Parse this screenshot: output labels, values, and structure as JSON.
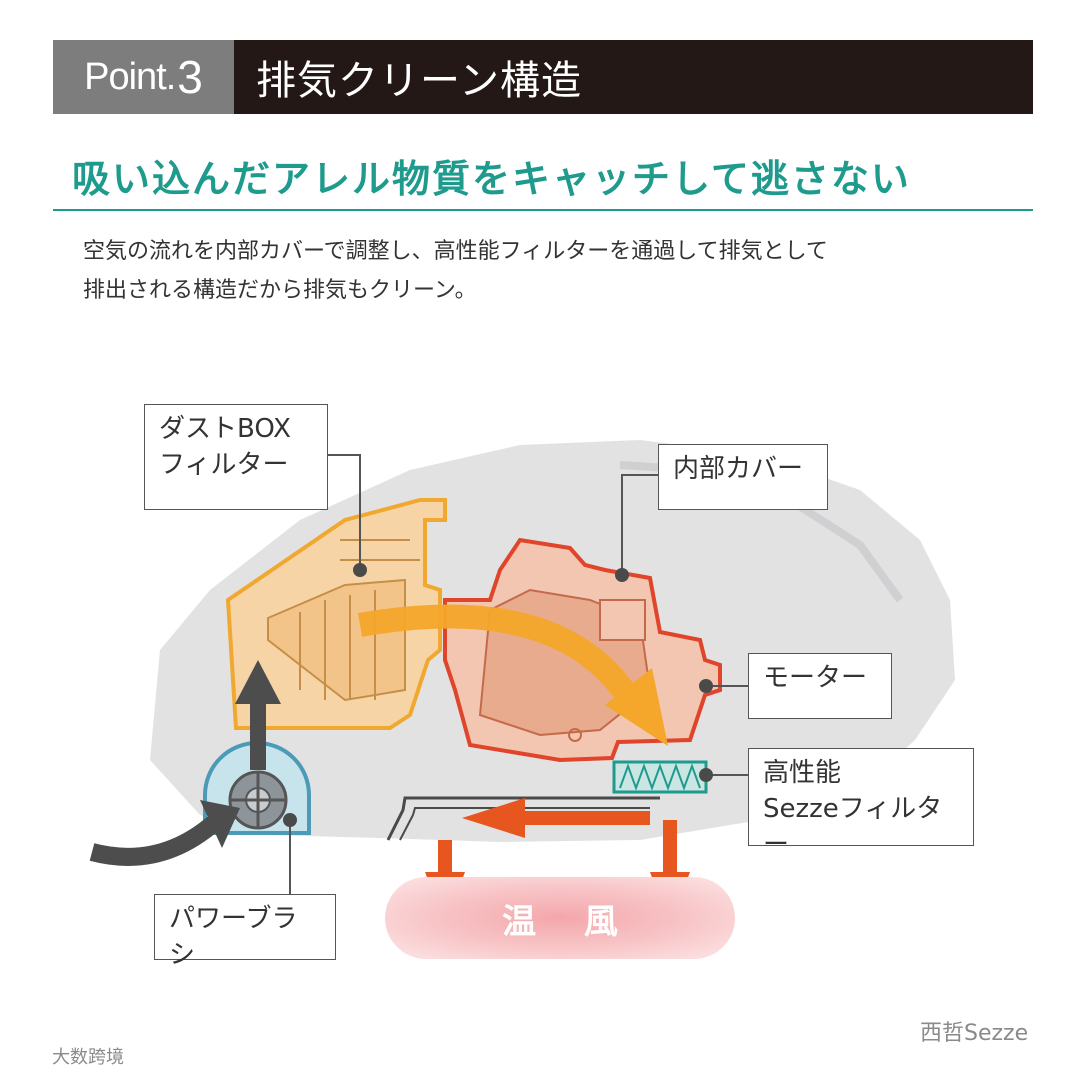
{
  "header": {
    "point_word": "Point.",
    "point_num": "3",
    "title": "排気クリーン構造"
  },
  "subtitle": "吸い込んだアレル物質をキャッチして逃さない",
  "description": {
    "line1": "空気の流れを内部カバーで調整し、高性能フィルターを通過して排気として",
    "line2": "排出される構造だから排気もクリーン。"
  },
  "labels": {
    "dustbox_line1": "ダストBOX",
    "dustbox_line2": "フィルター",
    "inner_cover": "内部カバー",
    "motor": "モーター",
    "filter_line1": "高性能",
    "filter_line2": "Sezzeフィルター",
    "power_brush": "パワーブラシ",
    "warm_air": "温 風"
  },
  "watermarks": {
    "right": "西哲Sezze",
    "left": "大数跨境"
  },
  "colors": {
    "header_gray": "#7d7d7d",
    "header_dark": "#231815",
    "accent_teal": "#1f9b8e",
    "dust_orange": "#f0a830",
    "motor_red": "#e0442a",
    "arrow_orange": "#e8561f"
  }
}
